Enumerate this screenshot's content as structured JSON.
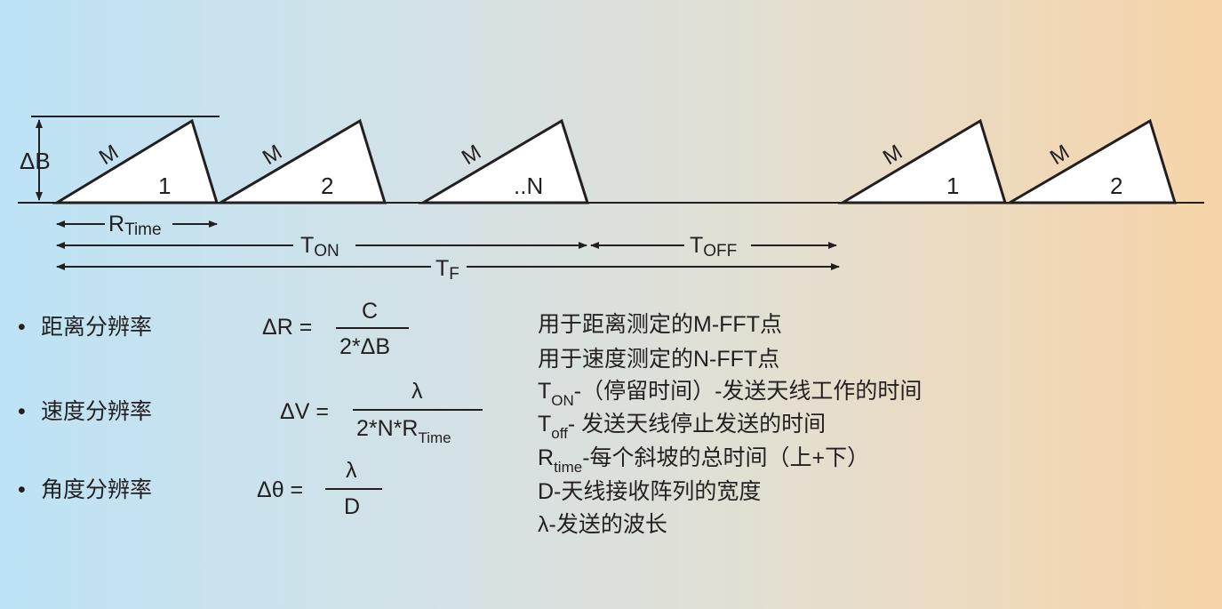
{
  "diagram": {
    "delta_b": "ΔB",
    "chirp_slope_label": "M",
    "chirps": [
      "1",
      "2",
      "..N",
      "1",
      "2"
    ],
    "r_time": {
      "main": "R",
      "sub": "Time"
    },
    "t_on": {
      "main": "T",
      "sub": "ON"
    },
    "t_off": {
      "main": "T",
      "sub": "OFF"
    },
    "t_f": {
      "main": "T",
      "sub": "F"
    }
  },
  "resolutions": [
    {
      "bullet": "•",
      "label": "距离分辨率",
      "lhs": "ΔR =",
      "numerator": "C",
      "denominator": "2*ΔB"
    },
    {
      "bullet": "•",
      "label": "速度分辨率",
      "lhs": "ΔV =",
      "numerator": "λ",
      "denominator": "2*N*R",
      "denominator_sub": "Time"
    },
    {
      "bullet": "•",
      "label": "角度分辨率",
      "lhs": "Δθ =",
      "numerator": "λ",
      "denominator": "D"
    }
  ],
  "legend": [
    {
      "text": "用于距离测定的M-FFT点"
    },
    {
      "text": "用于速度测定的N-FFT点"
    },
    {
      "main": "T",
      "sub": "ON",
      "text": "-（停留时间）-发送天线工作的时间"
    },
    {
      "main": "T",
      "sub": "off",
      "text": "- 发送天线停止发送的时间"
    },
    {
      "main": "R",
      "sub": "time",
      "text": "-每个斜坡的总时间（上+下）"
    },
    {
      "text": "D-天线接收阵列的宽度"
    },
    {
      "text": "λ-发送的波长"
    }
  ]
}
